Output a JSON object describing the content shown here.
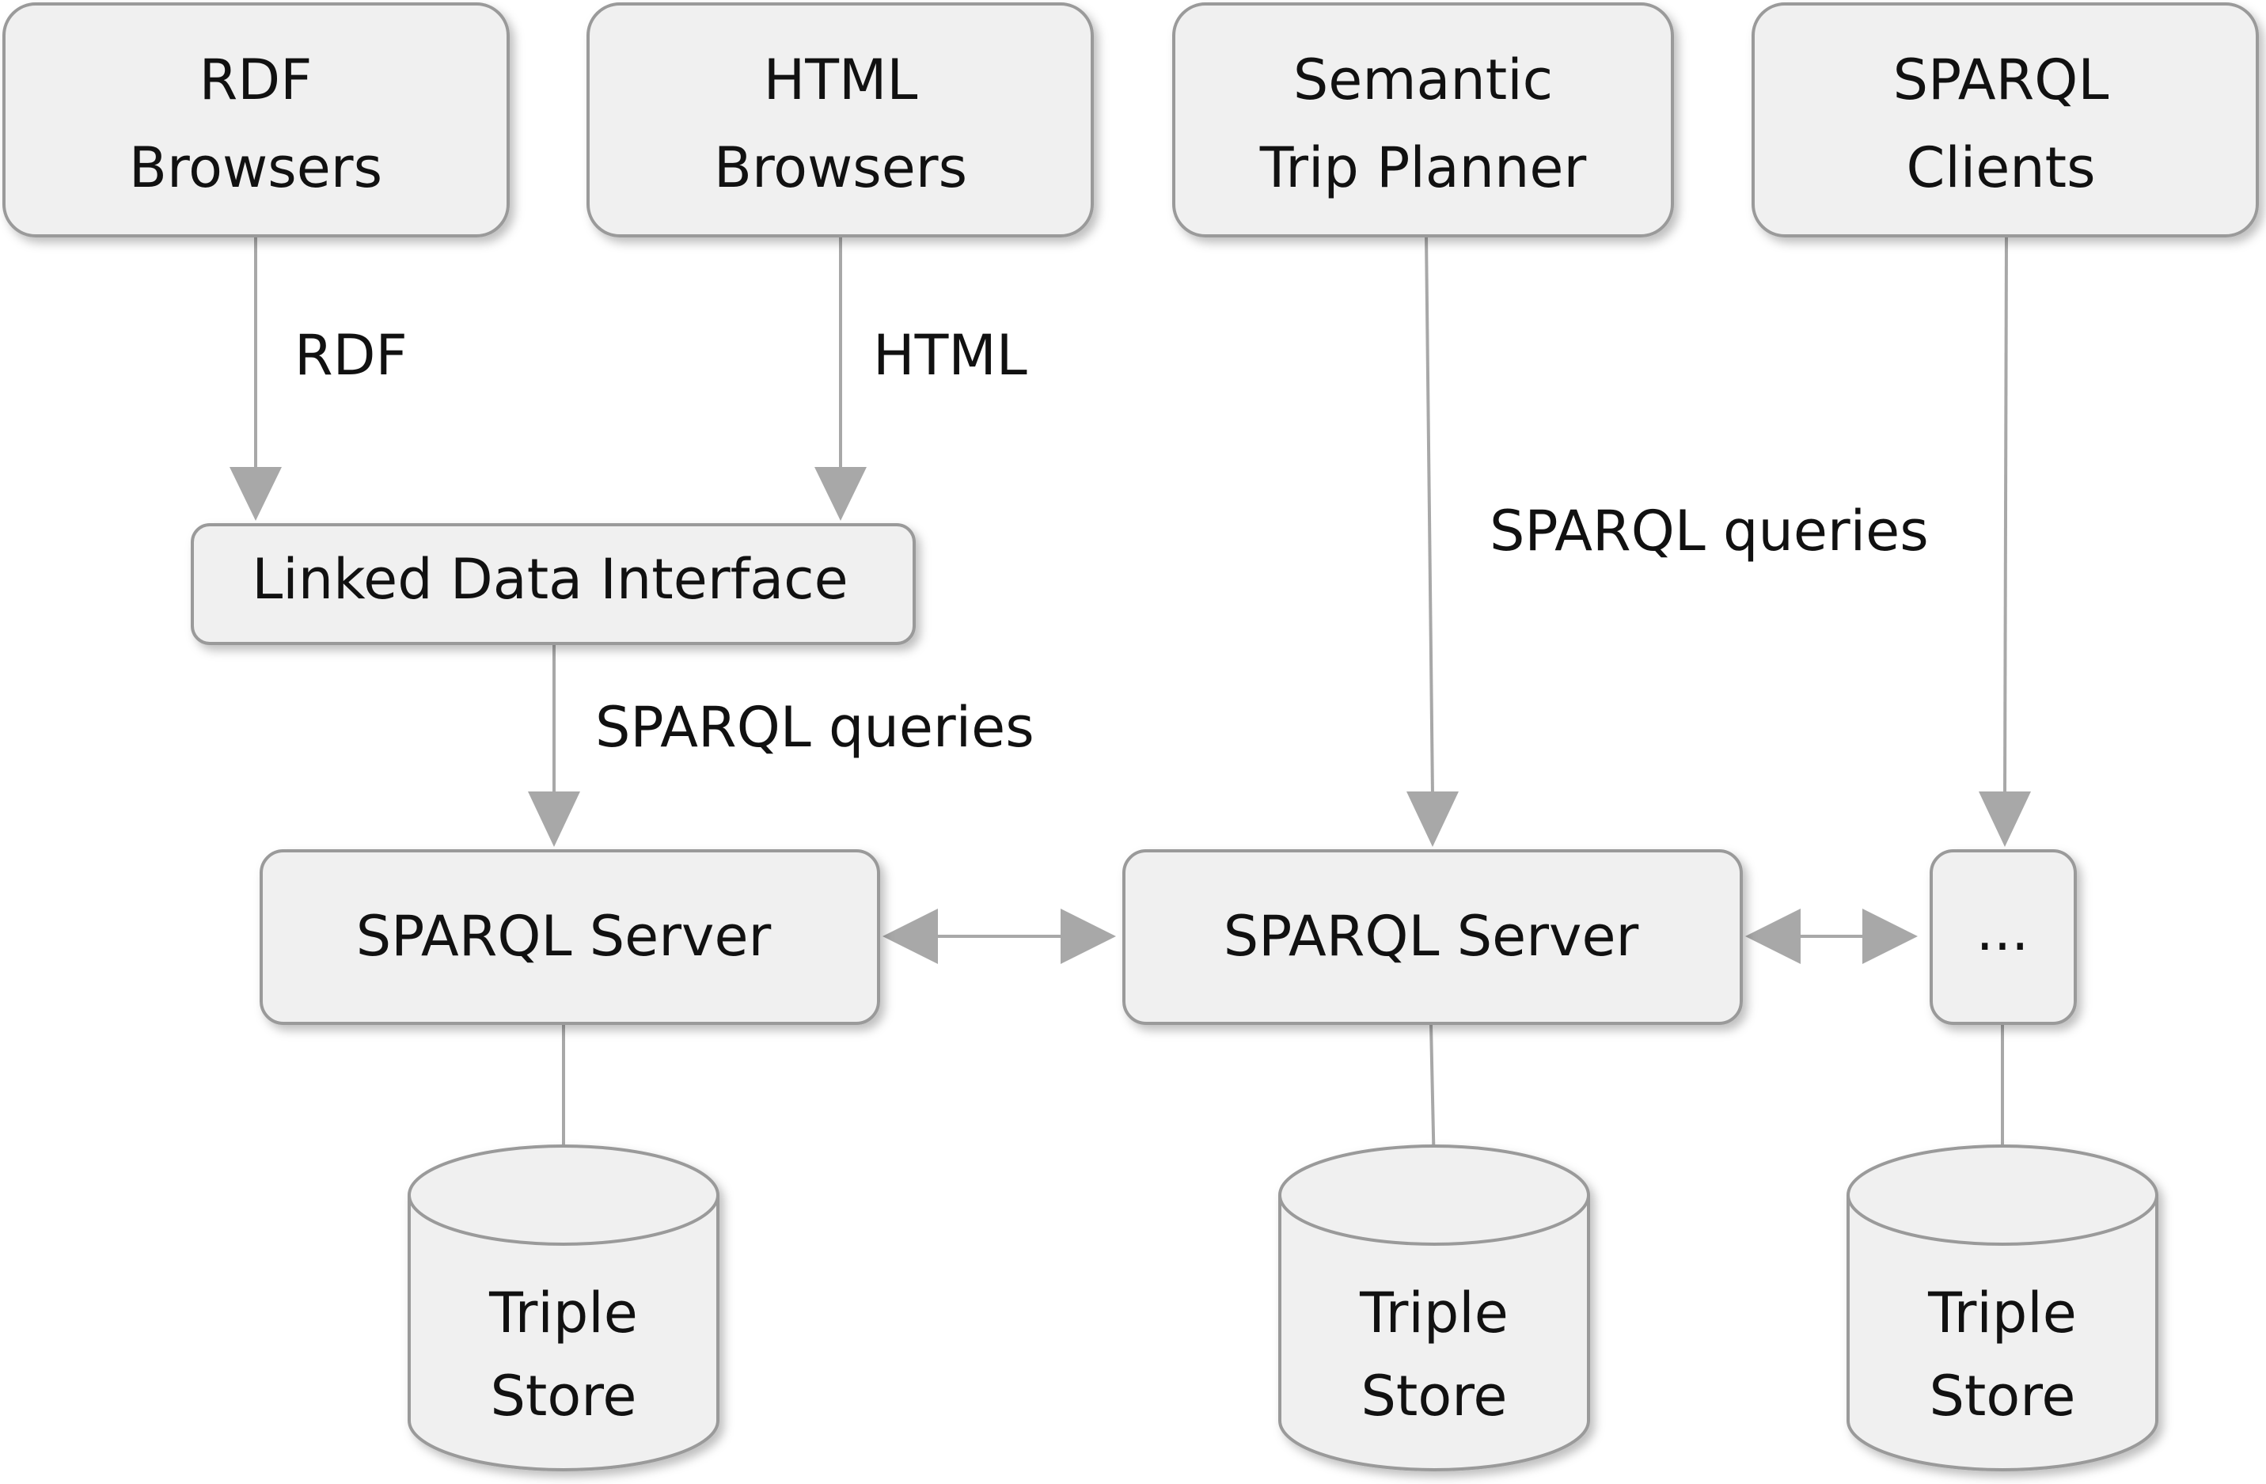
{
  "nodes": {
    "rdf_browsers": [
      "RDF",
      "Browsers"
    ],
    "html_browsers": [
      "HTML",
      "Browsers"
    ],
    "trip_planner": [
      "Semantic",
      "Trip Planner"
    ],
    "sparql_clients": [
      "SPARQL",
      "Clients"
    ],
    "linked_data_interface": "Linked Data Interface",
    "sparql_server_1": "SPARQL Server",
    "sparql_server_2": "SPARQL Server",
    "ellipsis_node": "...",
    "triple_store_1": [
      "Triple",
      "Store"
    ],
    "triple_store_2": [
      "Triple",
      "Store"
    ],
    "triple_store_3": [
      "Triple",
      "Store"
    ]
  },
  "edges": {
    "rdf_label": "RDF",
    "html_label": "HTML",
    "sparql_queries_left": "SPARQL queries",
    "sparql_queries_right": "SPARQL queries"
  },
  "colors": {
    "box_fill": "#f0f0f0",
    "box_stroke": "#9a9a9a",
    "arrow": "#a8a8a8",
    "text": "#111111"
  }
}
